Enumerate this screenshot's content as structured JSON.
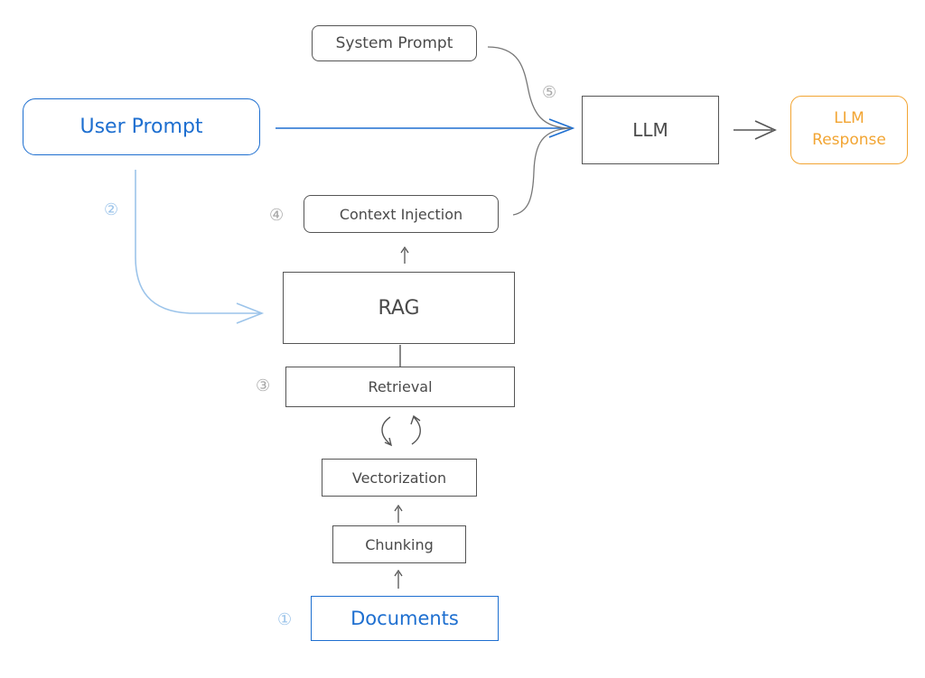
{
  "nodes": {
    "system_prompt": "System Prompt",
    "user_prompt": "User Prompt",
    "llm": "LLM",
    "llm_response": "LLM\nResponse",
    "context_injection": "Context Injection",
    "rag": "RAG",
    "retrieval": "Retrieval",
    "vectorization": "Vectorization",
    "chunking": "Chunking",
    "documents": "Documents"
  },
  "step_numbers": {
    "documents": "①",
    "user_prompt_to_rag": "②",
    "retrieval": "③",
    "context_injection": "④",
    "llm": "⑤"
  },
  "colors": {
    "blue": "#1e6fd0",
    "light_blue": "#9cc4ea",
    "orange": "#f2a533",
    "gray": "#555555"
  }
}
